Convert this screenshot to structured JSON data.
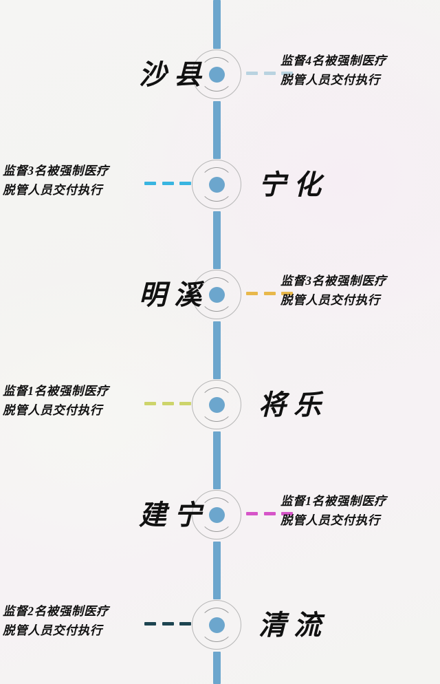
{
  "theme": {
    "axis_color": "#6ca6cd",
    "node_dot_color": "#6ca6cd",
    "ring_color": "#b6b6b6",
    "background": "#f4f4f2",
    "text_color": "#111111"
  },
  "axis": {
    "name": "vertical-timeline-axis"
  },
  "nodes": [
    {
      "id": "shaxian",
      "county": "沙县",
      "county_side": "left",
      "desc_side": "right",
      "connector_color": "#b9d3e0",
      "desc_line1": "监督4名被强制医疗",
      "desc_line2": "脱管人员交付执行",
      "count": "4"
    },
    {
      "id": "ninghua",
      "county": "宁化",
      "county_side": "right",
      "desc_side": "left",
      "connector_color": "#39b5e0",
      "desc_line1": "监督3名被强制医疗",
      "desc_line2": "脱管人员交付执行",
      "count": "3"
    },
    {
      "id": "mingxi",
      "county": "明溪",
      "county_side": "left",
      "desc_side": "right",
      "connector_color": "#e8b84b",
      "desc_line1": "监督3名被强制医疗",
      "desc_line2": "脱管人员交付执行",
      "count": "3"
    },
    {
      "id": "jiangle",
      "county": "将乐",
      "county_side": "right",
      "desc_side": "left",
      "connector_color": "#cdd46a",
      "desc_line1": "监督1名被强制医疗",
      "desc_line2": "脱管人员交付执行",
      "count": "1"
    },
    {
      "id": "jianning",
      "county": "建宁",
      "county_side": "left",
      "desc_side": "right",
      "connector_color": "#d655c8",
      "desc_line1": "监督1名被强制医疗",
      "desc_line2": "脱管人员交付执行",
      "count": "1"
    },
    {
      "id": "qingliu",
      "county": "清流",
      "county_side": "right",
      "desc_side": "left",
      "connector_color": "#1d4450",
      "desc_line1": "监督2名被强制医疗",
      "desc_line2": "脱管人员交付执行",
      "count": "2"
    }
  ]
}
